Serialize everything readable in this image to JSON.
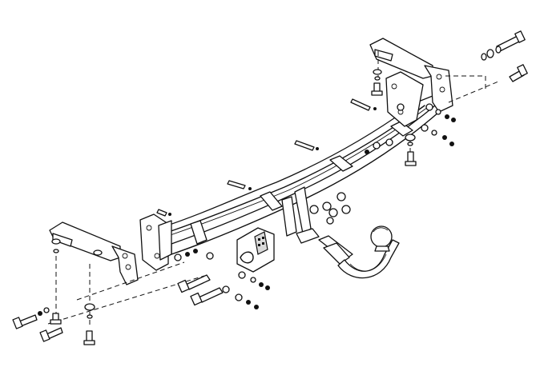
{
  "diagram": {
    "subject": "tow-bar-assembly-exploded-view",
    "parts": {
      "crossbar": "crossbar",
      "right_bracket": "right-mounting-bracket",
      "left_bracket": "left-mounting-bracket",
      "tow_ball": "tow-ball-neck",
      "socket_plate": "socket-plate",
      "bolts": "bolt-set"
    }
  }
}
